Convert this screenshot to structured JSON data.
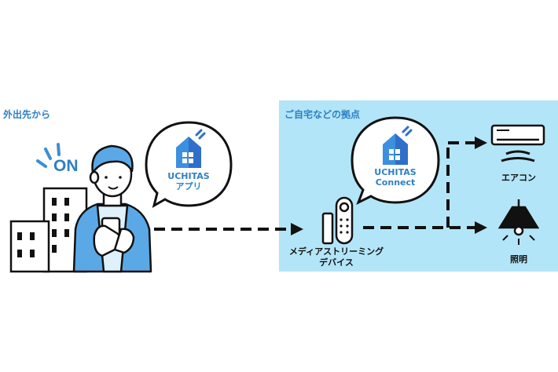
{
  "left_section": {
    "label": "外出先から",
    "on_text": "ON"
  },
  "app_bubble": {
    "line1": "UCHITAS",
    "line2": "アプリ"
  },
  "home_section": {
    "label": "ご自宅などの拠点"
  },
  "connect_bubble": {
    "line1": "UCHITAS",
    "line2": "Connect"
  },
  "device": {
    "line1": "メディアストリーミング",
    "line2": "デバイス"
  },
  "aircon": {
    "label": "エアコン"
  },
  "light": {
    "label": "照明"
  },
  "colors": {
    "accent_blue": "#2e7fc4",
    "panel_bg": "#b3e5f8",
    "shirt": "#5aa9e6",
    "logo_blue": "#3d8fe0"
  }
}
